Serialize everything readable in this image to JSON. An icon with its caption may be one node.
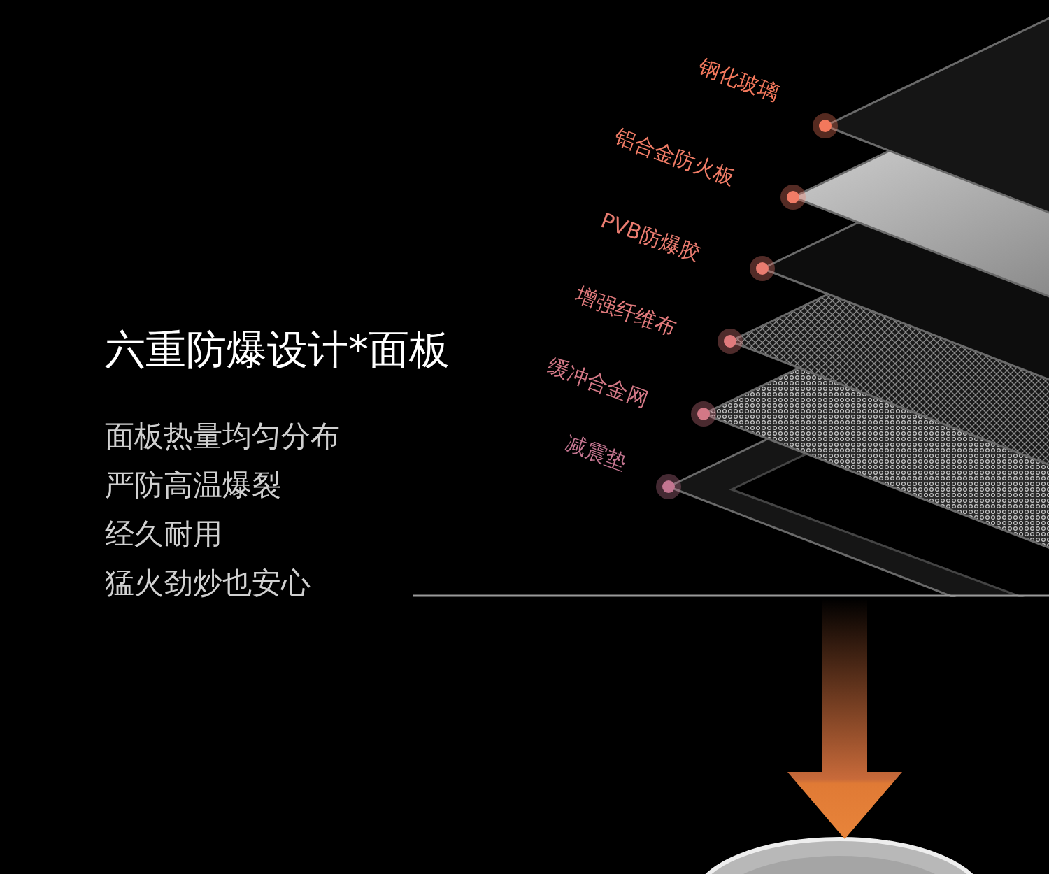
{
  "diagram": {
    "title": "六重防爆设计*面板",
    "nodes": [
      {
        "text": [],
        "shape": "picture"
      },
      {
        "text": [],
        "shape": "picture"
      }
    ],
    "edges": [
      {
        "from": 0,
        "to": 1,
        "arrow": "to"
      }
    ],
    "labels": [
      "钢化玻璃",
      "铝合金防火板",
      "PVB防爆胶",
      "增强纤维布",
      "缓冲合金网",
      "减震垫",
      "面板热量均匀分布",
      "严防高温爆裂",
      "经久耐用",
      "猛火劲炒也安心"
    ]
  }
}
